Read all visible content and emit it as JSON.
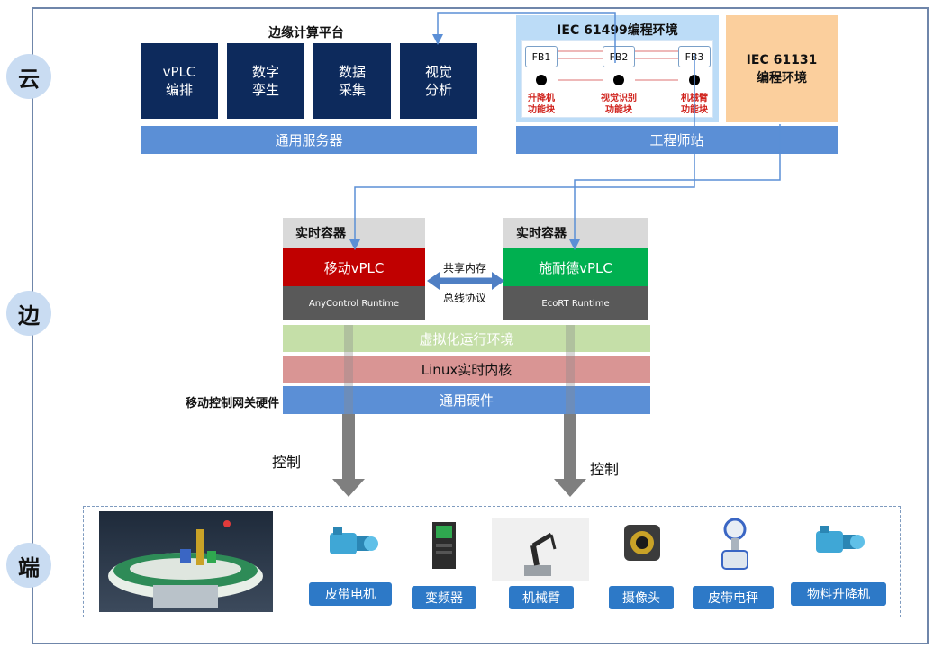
{
  "levels": [
    "云",
    "边",
    "端"
  ],
  "edge_platform": {
    "title": "边缘计算平台",
    "modules": [
      "vPLC\n编排",
      "数字\n孪生",
      "数据\n采集",
      "视觉\n分析"
    ],
    "server": "通用服务器"
  },
  "iec61499": {
    "title": "IEC 61499编程环境",
    "blocks": [
      {
        "label": "FB1",
        "caption": "升降机\n功能块"
      },
      {
        "label": "FB2",
        "caption": "视觉识别\n功能块"
      },
      {
        "label": "FB3",
        "caption": "机械臂\n功能块"
      }
    ]
  },
  "iec61131": {
    "title": "IEC 61131\n编程环境"
  },
  "engineer_station": "工程师站",
  "containers": [
    {
      "header": "实时容器",
      "name": "移动vPLC",
      "runtime": "AnyControl Runtime",
      "color": "#c00000"
    },
    {
      "header": "实时容器",
      "name": "施耐德vPLC",
      "runtime": "EcoRT Runtime",
      "color": "#00b050"
    }
  ],
  "link": {
    "top": "共享内存",
    "bottom": "总线协议"
  },
  "layers": {
    "virtualization": "虚拟化运行环境",
    "kernel": "Linux实时内核",
    "hardware": "通用硬件"
  },
  "gateway_label": "移动控制网关硬件",
  "control_labels": [
    "控制",
    "控制"
  ],
  "devices": [
    "皮带电机",
    "变频器",
    "机械臂",
    "摄像头",
    "皮带电秤",
    "物料升降机"
  ],
  "colors": {
    "navy": "#0d2a5c",
    "bar_blue": "#5b8fd6",
    "iec61499_bg": "#bcdcf7",
    "iec61131_bg": "#fbcf9d",
    "mobile_red": "#c00000",
    "schneider_green": "#00b050",
    "virt_green": "#c5dfa8",
    "kernel_pink": "#d99594",
    "device_label": "#2d79c7"
  }
}
